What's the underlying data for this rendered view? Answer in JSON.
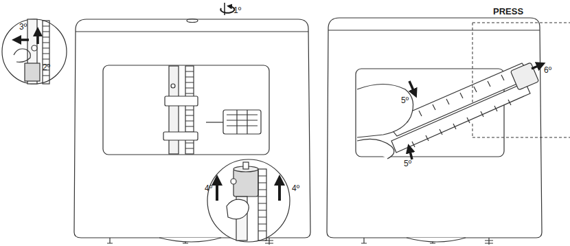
{
  "diagram": {
    "labels": [
      "1º",
      "2º",
      "3º",
      "4º",
      "4º",
      "PRESS",
      "5º",
      "5º",
      "6º"
    ]
  }
}
